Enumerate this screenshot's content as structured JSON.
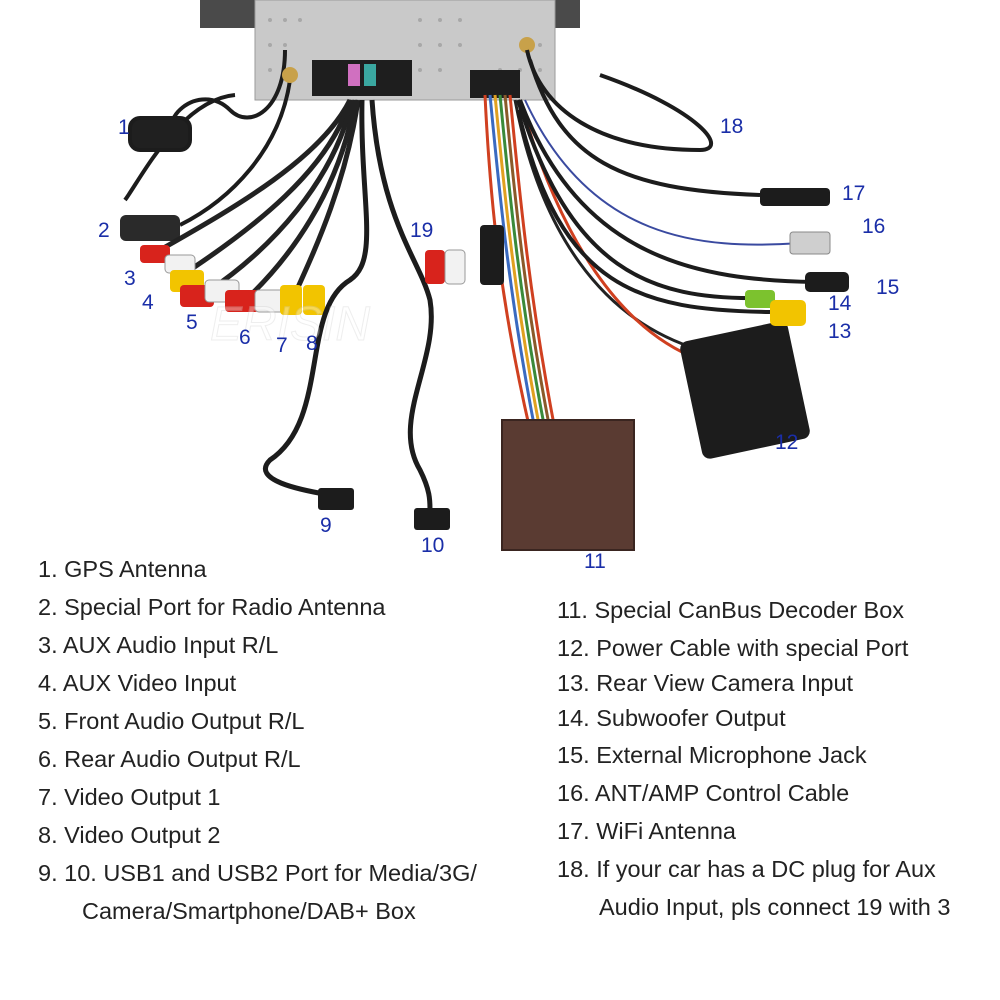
{
  "figure": {
    "watermark": "ERISIN",
    "callouts": [
      "1",
      "2",
      "3",
      "4",
      "5",
      "6",
      "7",
      "8",
      "9",
      "10",
      "11",
      "12",
      "13",
      "14",
      "15",
      "16",
      "17",
      "18",
      "19"
    ]
  },
  "legend": {
    "left": [
      "1. GPS Antenna",
      "2. Special Port for Radio Antenna",
      "3. AUX Audio Input R/L",
      "4. AUX Video Input",
      "5. Front Audio Output R/L",
      "6. Rear Audio Output R/L",
      "7. Video Output 1",
      "8. Video Output 2",
      "9. 10. USB1 and USB2 Port for Media/3G/",
      "Camera/Smartphone/DAB+ Box"
    ],
    "right": [
      "11. Special CanBus Decoder Box",
      "12. Power Cable with special Port",
      "13. Rear View Camera Input",
      "14. Subwoofer Output",
      "15. External Microphone Jack",
      "16. ANT/AMP Control Cable",
      "17. WiFi Antenna",
      "18. If your car has a DC plug for Aux",
      "Audio Input, pls connect 19 with 3"
    ]
  },
  "colors": {
    "callout": "#1a2ea8",
    "rca_red": "#d8231c",
    "rca_white": "#f2f2f2",
    "rca_yellow": "#f2c400",
    "rca_green": "#7cc22e",
    "decoder_box": "#5a3b32"
  }
}
